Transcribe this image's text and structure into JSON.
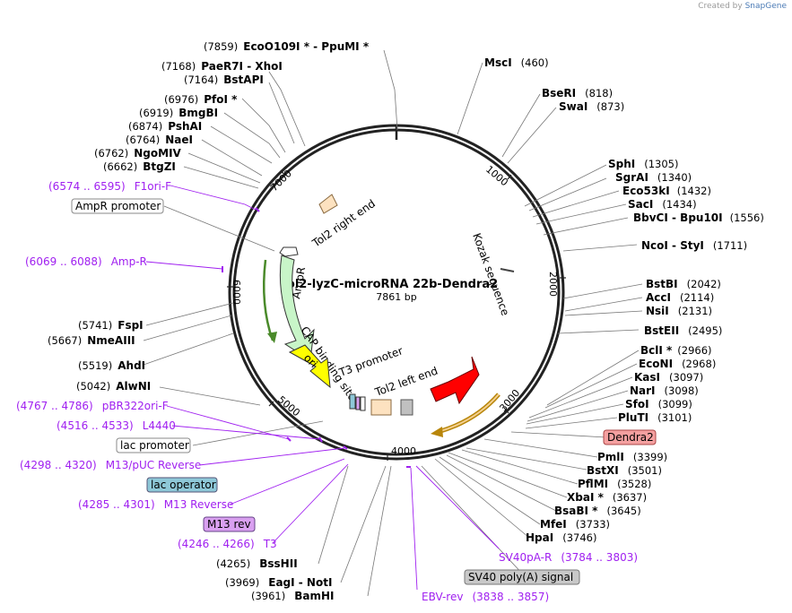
{
  "plasmid": {
    "name": "Tol2-lyzC-microRNA 22b-Dendra2",
    "length": "7861 bp"
  },
  "credit": {
    "prefix": "Created by",
    "brand": "SnapGene"
  },
  "ticks": [
    "1000",
    "2000",
    "3000",
    "4000",
    "5000",
    "6000",
    "7000"
  ],
  "sites_top": [
    {
      "pos": "(7859)",
      "name": "EcoO109I *  -  PpuMI *"
    },
    {
      "pos": "(7168)",
      "name": "PaeR7I  -  XhoI"
    },
    {
      "pos": "(7164)",
      "name": "BstAPI"
    },
    {
      "pos": "(6976)",
      "name": "PfoI *"
    },
    {
      "pos": "(6919)",
      "name": "BmgBI"
    },
    {
      "pos": "(6874)",
      "name": "PshAI"
    },
    {
      "pos": "(6764)",
      "name": "NaeI"
    },
    {
      "pos": "(6762)",
      "name": "NgoMIV"
    },
    {
      "pos": "(6662)",
      "name": "BtgZI"
    }
  ],
  "sites_right": [
    {
      "name": "MscI",
      "pos": "(460)"
    },
    {
      "name": "BseRI",
      "pos": "(818)"
    },
    {
      "name": "SwaI",
      "pos": "(873)"
    },
    {
      "name": "SphI",
      "pos": "(1305)"
    },
    {
      "name": "SgrAI",
      "pos": "(1340)"
    },
    {
      "name": "Eco53kI",
      "pos": "(1432)"
    },
    {
      "name": "SacI",
      "pos": "(1434)"
    },
    {
      "name": "BbvCI  -  Bpu10I",
      "pos": "(1556)"
    },
    {
      "name": "NcoI  -  StyI",
      "pos": "(1711)"
    },
    {
      "name": "BstBI",
      "pos": "(2042)"
    },
    {
      "name": "AccI",
      "pos": "(2114)"
    },
    {
      "name": "NsiI",
      "pos": "(2131)"
    },
    {
      "name": "BstEII",
      "pos": "(2495)"
    },
    {
      "name": "BclI *",
      "pos": "(2966)"
    },
    {
      "name": "EcoNI",
      "pos": "(2968)"
    },
    {
      "name": "KasI",
      "pos": "(3097)"
    },
    {
      "name": "NarI",
      "pos": "(3098)"
    },
    {
      "name": "SfoI",
      "pos": "(3099)"
    },
    {
      "name": "PluTI",
      "pos": "(3101)"
    },
    {
      "name": "PmlI",
      "pos": "(3399)"
    },
    {
      "name": "BstXI",
      "pos": "(3501)"
    },
    {
      "name": "PflMI",
      "pos": "(3528)"
    },
    {
      "name": "XbaI *",
      "pos": "(3637)"
    },
    {
      "name": "BsaBI *",
      "pos": "(3645)"
    },
    {
      "name": "MfeI",
      "pos": "(3733)"
    },
    {
      "name": "HpaI",
      "pos": "(3746)"
    }
  ],
  "sites_left": [
    {
      "pos": "(5741)",
      "name": "FspI"
    },
    {
      "pos": "(5667)",
      "name": "NmeAIII"
    },
    {
      "pos": "(5519)",
      "name": "AhdI"
    },
    {
      "pos": "(5042)",
      "name": "AlwNI"
    }
  ],
  "sites_bottom": [
    {
      "pos": "(4265)",
      "name": "BssHII"
    },
    {
      "pos": "(3969)",
      "name": "EagI  -  NotI"
    },
    {
      "pos": "(3961)",
      "name": "BamHI"
    }
  ],
  "primers": [
    {
      "range": "(6574 .. 6595)",
      "name": "F1ori-F"
    },
    {
      "range": "(6069 .. 6088)",
      "name": "Amp-R"
    },
    {
      "range": "(4767 .. 4786)",
      "name": "pBR322ori-F"
    },
    {
      "range": "(4516 .. 4533)",
      "name": "L4440"
    },
    {
      "range": "(4298 .. 4320)",
      "name": "M13/pUC Reverse"
    },
    {
      "range": "(4285 .. 4301)",
      "name": "M13 Reverse"
    },
    {
      "range": "(4246 .. 4266)",
      "name": "T3"
    },
    {
      "range": "(3784 .. 3803)",
      "name": "SV40pA-R"
    },
    {
      "range": "(3838 .. 3857)",
      "name": "EBV-rev"
    }
  ],
  "boxed_features": {
    "ampr_promoter": "AmpR promoter",
    "lac_promoter": "lac promoter",
    "lac_operator": "lac operator",
    "m13_rev": "M13 rev",
    "dendra2": "Dendra2",
    "sv40": "SV40 poly(A) signal"
  },
  "inner_labels": {
    "tol2_right": "Tol2 right end",
    "kozak": "Kozak sequence",
    "ampr": "AmpR",
    "cap": "CAP binding site",
    "ori": "ori",
    "t3": "T3 promoter",
    "tol2_left": "Tol2 left end"
  },
  "colors": {
    "backbone": "#222222",
    "primer": "#a020f0",
    "ampr_fill": "#c8f5c8",
    "ori_fill": "#ffff00",
    "dendra_arrow": "#ff0000",
    "dendra_box": "#f4a0a0",
    "lac_operator_box": "#8ec8d8",
    "m13_rev_box": "#d9a0f0",
    "sv40_box": "#c8c8c8",
    "tol2_fill": "#fde2c0"
  }
}
